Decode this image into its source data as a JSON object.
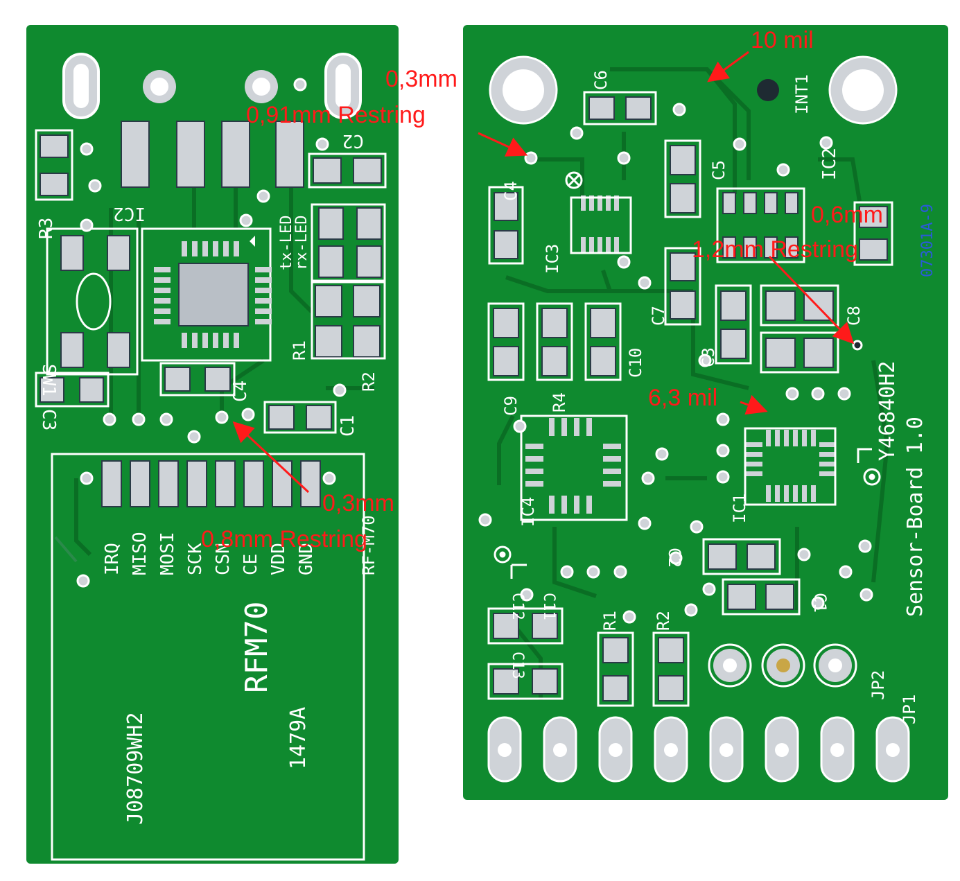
{
  "colors": {
    "board": "#0f8a2f",
    "board_dark": "#0a6e24",
    "pad": "#cfd3d8",
    "pad_dark": "#2a3a46",
    "silk": "#ffffff",
    "annotation": "#ff1a1a"
  },
  "left_board": {
    "labels": {
      "r3": "R3",
      "sw1": "SW1",
      "ic2": "IC2",
      "tx_led": "tx-LED",
      "rx_led": "rx-LED",
      "r1": "R1",
      "r2": "R2",
      "c2": "C2",
      "c3": "C3",
      "c4": "C4",
      "c1": "C1",
      "module": "RFM70",
      "module_ref": "J08709WH2",
      "module_code": "1479A",
      "footprint": "RF-M70"
    },
    "pins": [
      "IRQ",
      "MISO",
      "MOSI",
      "SCK",
      "CSN",
      "CE",
      "VDD",
      "GND"
    ]
  },
  "right_board": {
    "labels": {
      "c6": "C6",
      "int1": "INT1",
      "c4": "C4",
      "ic3": "IC3",
      "c5": "C5",
      "ic2": "IC2",
      "date_code": "07301A-9",
      "c7": "C7",
      "c3": "C3",
      "c8": "C8",
      "fab_code": "Y46840H2",
      "c9": "C9",
      "r4": "R4",
      "c10": "C10",
      "ic4": "IC4",
      "ic1": "IC1",
      "board_name": "Sensor-Board 1.0",
      "c2": "C2",
      "c1": "C1",
      "c11": "C11",
      "c12": "C12",
      "c13": "C13",
      "r1": "R1",
      "r2": "R2",
      "jp1": "JP1",
      "jp2": "JP2"
    }
  },
  "annotations": {
    "a1_line1": "0,3mm",
    "a1_line2": "0,8mm Restring",
    "a2_line1": "0,3mm",
    "a2_line2": "0,91mm Restring",
    "a3": "10 mil",
    "a4_line1": "0,6mm",
    "a4_line2": "1,2mm Restring",
    "a5": "6,3 mil"
  }
}
